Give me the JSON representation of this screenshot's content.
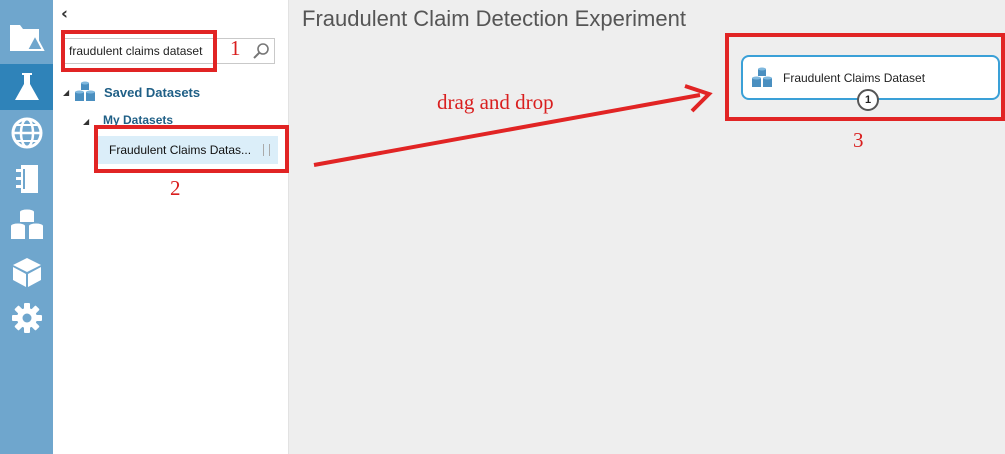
{
  "rail": {
    "items": [
      {
        "icon": "folder-flask-icon",
        "active": false
      },
      {
        "icon": "flask-icon",
        "active": true
      },
      {
        "icon": "globe-icon",
        "active": false
      },
      {
        "icon": "notebook-icon",
        "active": false
      },
      {
        "icon": "datasets-icon",
        "active": false
      },
      {
        "icon": "cube-icon",
        "active": false
      },
      {
        "icon": "gear-icon",
        "active": false
      }
    ],
    "colors": {
      "background": "#6fa6cd",
      "active": "#2f83b9"
    }
  },
  "palette": {
    "collapse_glyph": "‹",
    "search": {
      "value": "fraudulent claims dataset",
      "placeholder": ""
    },
    "tree": {
      "saved_datasets": "Saved Datasets",
      "my_datasets": "My Datasets",
      "item_label": "Fraudulent Claims Datas..."
    }
  },
  "canvas": {
    "title": "Fraudulent Claim Detection Experiment",
    "module": {
      "label": "Fraudulent Claims Dataset",
      "port": "1",
      "border_color": "#3aa0d7"
    }
  },
  "annotations": {
    "step1": "1",
    "step2": "2",
    "step3": "3",
    "drag_text": "drag and drop",
    "color": "#e12424"
  }
}
